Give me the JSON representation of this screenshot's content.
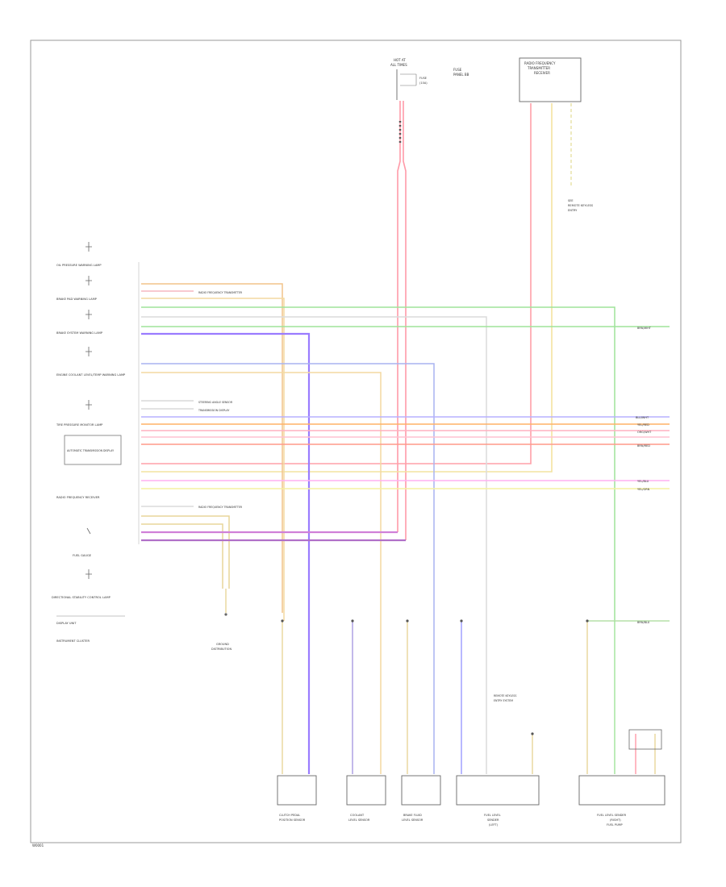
{
  "fuse_panel": {
    "title": [
      "HOT AT",
      "ALL TIMES"
    ],
    "fuse_label": [
      "FUSE",
      "(10A)"
    ],
    "fuse_box_label": [
      "FUSE",
      "PANEL BB"
    ]
  },
  "radio_module": {
    "title": [
      "RADIO FREQUENCY",
      "TRANSMITTER",
      "RECEIVER"
    ],
    "note": [
      "SEE",
      "REMOTE KEYLESS",
      "ENTRY"
    ]
  },
  "cluster_left_labels": [
    "OIL PRESSURE WARNING LAMP",
    "BRAKE PAD WARNING LAMP",
    "BRAKE SYSTEM WARNING LAMP",
    "ENGINE COOLANT LEVEL/TEMP WARNING LAMP",
    "TIRE PRESSURE MONITOR LAMP",
    "RADIO FREQUENCY RECEIVER",
    "FUEL GAUGE",
    "DIRECTIONAL STABILITY CONTROL LAMP",
    "DISPLAY UNIT",
    "INSTRUMENT CLUSTER"
  ],
  "cluster_box_text": [
    "AUTOMATIC TRANSMISSION DISPLAY"
  ],
  "wire_right_labels": [
    "BRN/WHT",
    "BLU/WHT",
    "YEL/RED",
    "ORG/WHT",
    "BRN/RED",
    "YEL/BLU",
    "YEL/GRN",
    "BRN/BLU"
  ],
  "annotations": [
    "RADIO FREQUENCY TRANSMITTER",
    "STEERING ANGLE SENSOR",
    "TRANSMISSION DISPLAY",
    "RADIO FREQUENCY TRANSMITTER"
  ],
  "ground_label": [
    "GROUND",
    "DISTRIBUTION"
  ],
  "bottom_components": [
    {
      "label": [
        "CLUTCH PEDAL",
        "POSITION SENSOR"
      ]
    },
    {
      "label": [
        "COOLANT",
        "LEVEL SENSOR"
      ]
    },
    {
      "label": [
        "BRAKE FLUID",
        "LEVEL SENSOR"
      ]
    },
    {
      "label": [
        "FUEL LEVEL",
        "SENDER",
        "(LEFT)"
      ]
    },
    {
      "label": [
        "FUEL LEVEL SENDER",
        "(RIGHT)",
        "FUEL PUMP"
      ]
    }
  ],
  "sensor_notes": [
    "REMOTE KEYLESS",
    "ENTRY SYSTEM"
  ],
  "footer_code": "W0001"
}
